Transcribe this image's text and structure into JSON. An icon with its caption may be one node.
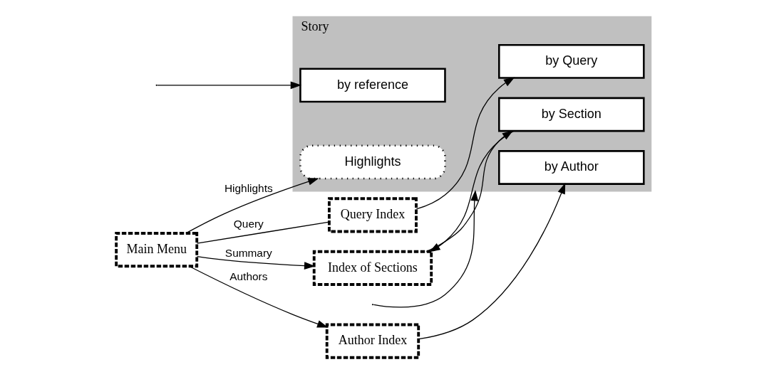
{
  "diagram": {
    "nodes": [
      {
        "text": [
          "Main Menu"
        ]
      },
      {
        "text": [
          "Index of Sections"
        ]
      },
      {
        "text": [
          "Author Index"
        ]
      },
      {
        "text": [
          "Query Index"
        ]
      },
      {
        "text": [
          "Story"
        ]
      },
      {
        "text": [
          "by Section"
        ],
        "in": 4
      },
      {
        "text": [
          "by Author"
        ],
        "in": 4
      },
      {
        "text": [
          "by reference"
        ],
        "in": 4
      },
      {
        "text": [
          "by Query"
        ],
        "in": 4
      },
      {
        "text": [
          "Highlights"
        ],
        "in": 4
      }
    ],
    "edges": [
      {
        "from": 0,
        "to": 1,
        "arrow": "to",
        "label": "Summary"
      },
      {
        "from": 0,
        "to": 2,
        "arrow": "to",
        "label": "Authors"
      },
      {
        "from": 0,
        "to": 3,
        "arrow": "none",
        "label": "Query"
      },
      {
        "from": 0,
        "to": 9,
        "arrow": "to",
        "label": "Highlights"
      },
      {
        "from": 1,
        "to": 5,
        "arrow": "to"
      },
      {
        "from": 5,
        "to": 1,
        "arrow": "to"
      },
      {
        "from": 2,
        "to": 6,
        "arrow": "to"
      },
      {
        "from": 3,
        "to": 8,
        "arrow": "to"
      },
      {
        "from": null,
        "to": 4,
        "arrow": "to"
      },
      {
        "from": null,
        "to": 7,
        "arrow": "to"
      }
    ]
  }
}
